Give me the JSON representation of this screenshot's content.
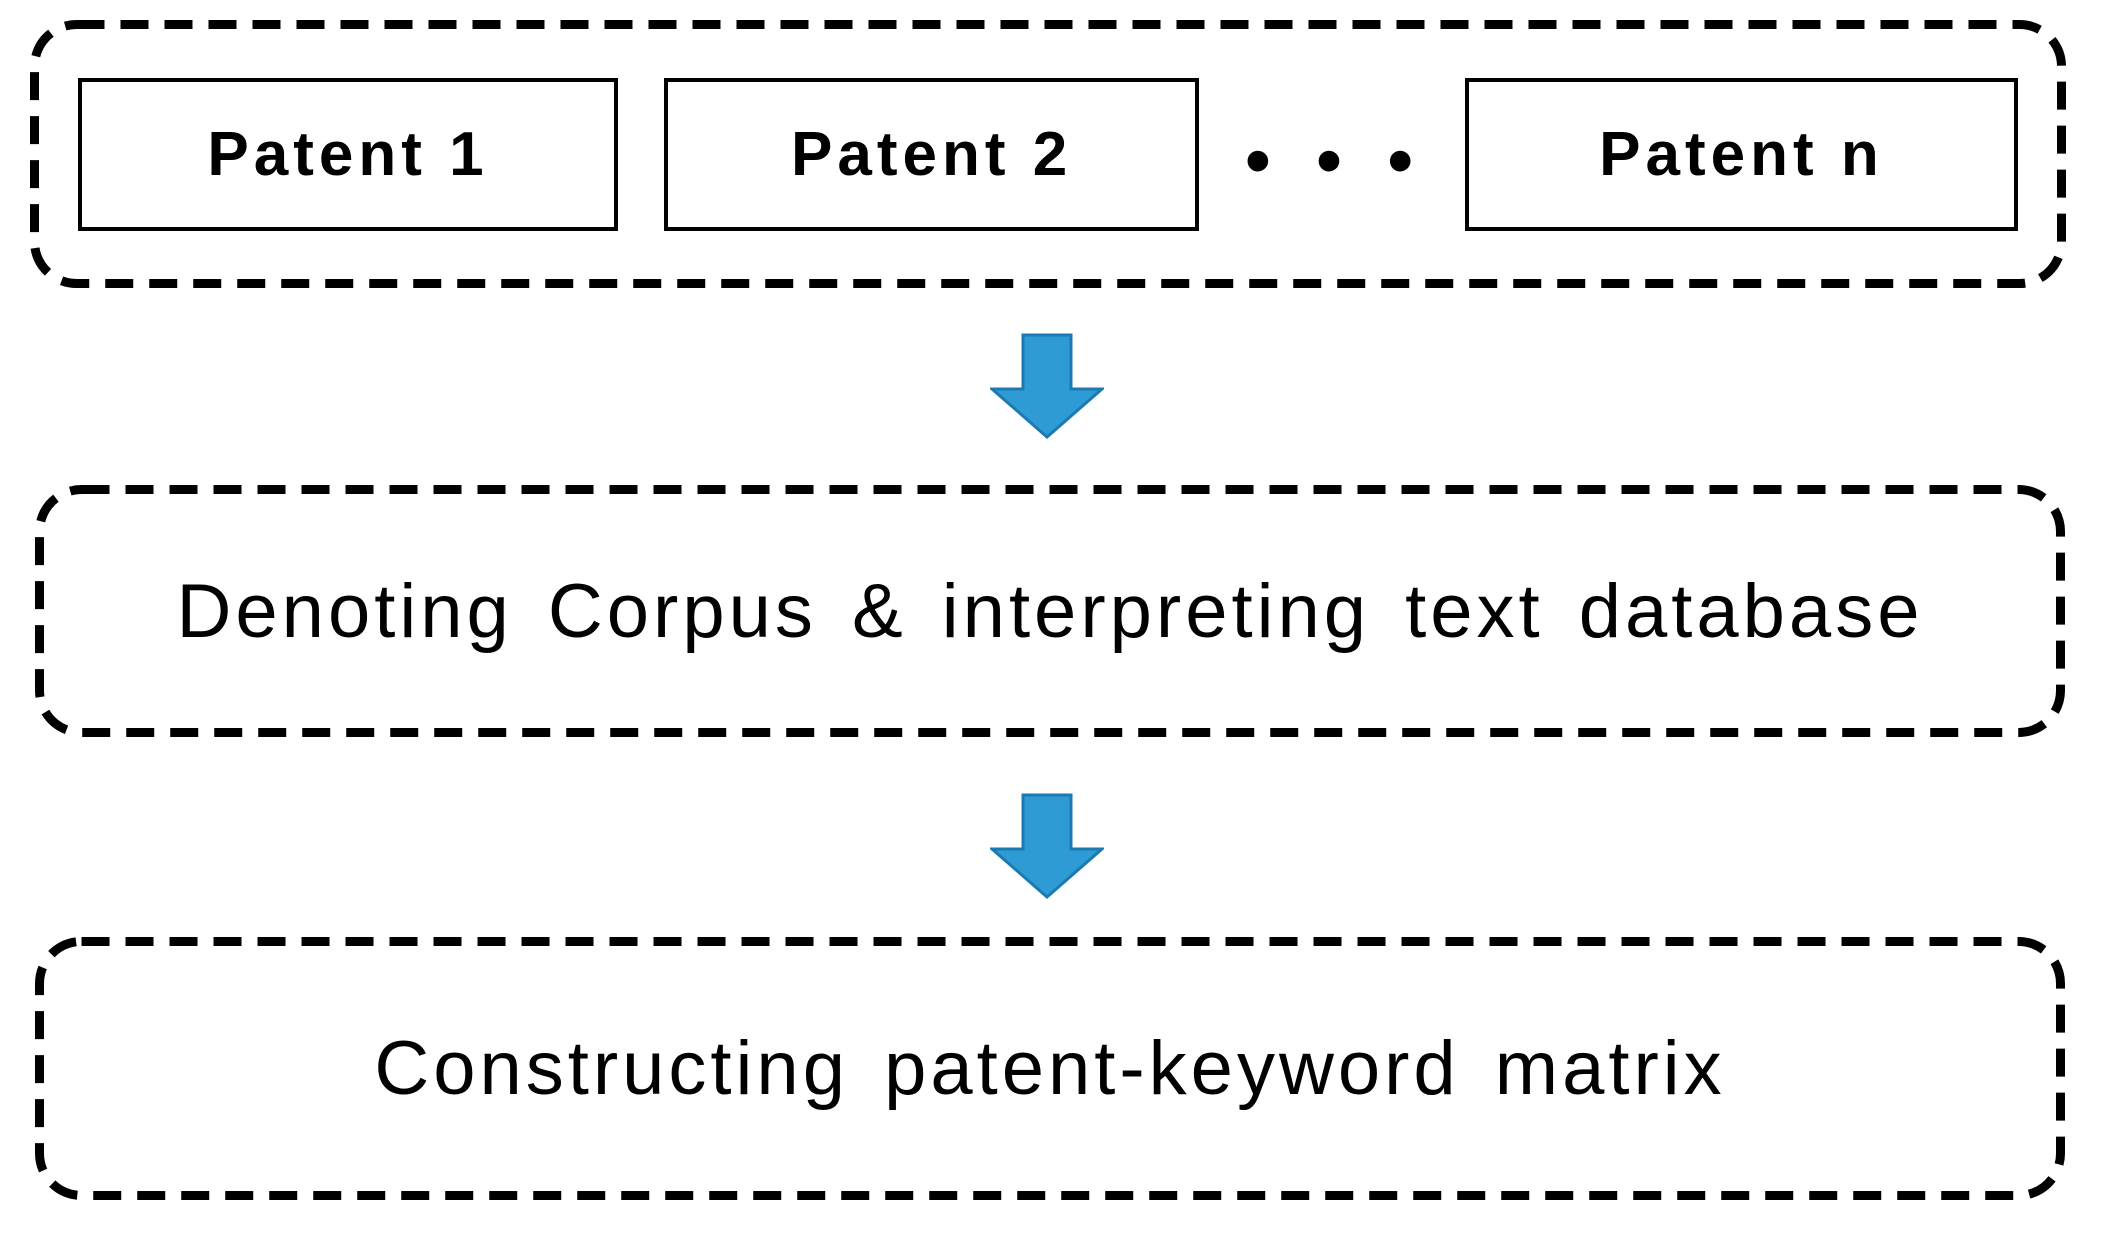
{
  "diagram": {
    "colors": {
      "canvas_bg": "#ffffff",
      "line": "#000000",
      "text": "#000000",
      "arrow_fill": "#2e9bd5",
      "arrow_stroke": "#1c7ab0"
    },
    "patents_group": {
      "boxes": [
        "Patent 1",
        "Patent 2",
        "Patent n"
      ],
      "ellipsis": "• • •"
    },
    "steps": [
      "Denoting Corpus & interpreting text database",
      "Constructing patent-keyword matrix"
    ]
  }
}
